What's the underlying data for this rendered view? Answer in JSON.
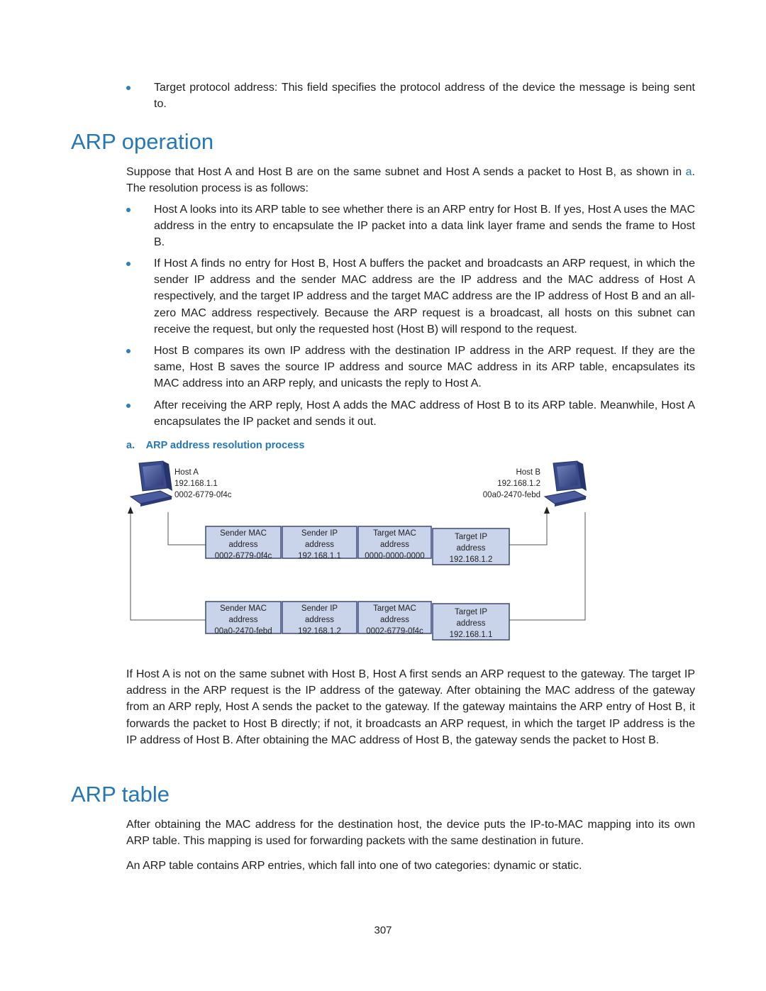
{
  "intro_bullet": "Target protocol address: This field specifies the protocol address of the device the message is being sent to.",
  "section1": {
    "title": "ARP operation",
    "intro_before_link": "Suppose that Host A and Host B are on the same subnet and Host A sends a packet to Host B, as shown in ",
    "intro_link": "a",
    "intro_after_link": ". The resolution process is as follows:",
    "bullets": [
      "Host A looks into its ARP table to see whether there is an ARP entry for Host B. If yes, Host A uses the MAC address in the entry to encapsulate the IP packet into a data link layer frame and sends the frame to Host B.",
      "If Host A finds no entry for Host B, Host A buffers the packet and broadcasts an ARP request, in which the sender IP address and the sender MAC address are the IP address and the MAC address of Host A respectively, and the target IP address and the target MAC address are the IP address of Host B and an all-zero MAC address respectively. Because the ARP request is a broadcast, all hosts on this subnet can receive the request, but only the requested host (Host B) will respond to the request.",
      "Host B compares its own IP address with the destination IP address in the ARP request. If they are the same, Host B saves the source IP address and source MAC address in its ARP table, encapsulates its MAC address into an ARP reply, and unicasts the reply to Host A.",
      "After receiving the ARP reply, Host A adds the MAC address of Host B to its ARP table. Meanwhile, Host A encapsulates the IP packet and sends it out."
    ],
    "figure_caption": "a.    ARP address resolution process",
    "diagram": {
      "host_a": {
        "name": "Host A",
        "ip": "192.168.1.1",
        "mac": "0002-6779-0f4c"
      },
      "host_b": {
        "name": "Host B",
        "ip": "192.168.1.2",
        "mac": "00a0-2470-febd"
      },
      "request": [
        [
          "Sender MAC",
          "address",
          "0002-6779-0f4c"
        ],
        [
          "Sender IP",
          "address",
          "192.168.1.1"
        ],
        [
          "Target MAC",
          "address",
          "0000-0000-0000"
        ],
        [
          "Target IP",
          "address",
          "192.168.1.2"
        ]
      ],
      "reply": [
        [
          "Sender MAC",
          "address",
          "00a0-2470-febd"
        ],
        [
          "Sender IP",
          "address",
          "192.168.1.2"
        ],
        [
          "Target MAC",
          "address",
          "0002-6779-0f4c"
        ],
        [
          "Target IP",
          "address",
          "192.168.1.1"
        ]
      ]
    },
    "after_figure": "If Host A is not on the same subnet with Host B, Host A first sends an ARP request to the gateway. The target IP address in the ARP request is the IP address of the gateway. After obtaining the MAC address of the gateway from an ARP reply, Host A sends the packet to the gateway. If the gateway maintains the ARP entry of Host B, it forwards the packet to Host B directly; if not, it broadcasts an ARP request, in which the target IP address is the IP address of Host B. After obtaining the MAC address of Host B, the gateway sends the packet to Host B."
  },
  "section2": {
    "title": "ARP table",
    "para1": "After obtaining the MAC address for the destination host, the device puts the IP-to-MAC mapping into its own ARP table. This mapping is used for forwarding packets with the same destination in future.",
    "para2": "An ARP table contains ARP entries, which fall into one of two categories: dynamic or static."
  },
  "page_number": "307",
  "colors": {
    "heading": "#2577b8",
    "bullet": "#2f7fbf",
    "cell_fill": "#c9d3ea",
    "cell_border": "#3b4a7a"
  }
}
